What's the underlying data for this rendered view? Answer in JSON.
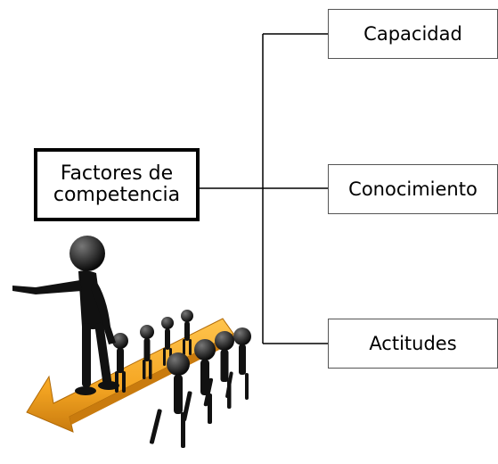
{
  "diagram": {
    "root": {
      "label": "Factores de competencia"
    },
    "branches": [
      {
        "label": "Capacidad"
      },
      {
        "label": "Conocimiento"
      },
      {
        "label": "Actitudes"
      }
    ],
    "colors": {
      "line": "#000000",
      "figure": "#111111",
      "arrow_fill": "#f5a623",
      "arrow_dark": "#c97b0e"
    },
    "illustration": {
      "icon": "leader-pointing-team-arrow-icon"
    }
  }
}
